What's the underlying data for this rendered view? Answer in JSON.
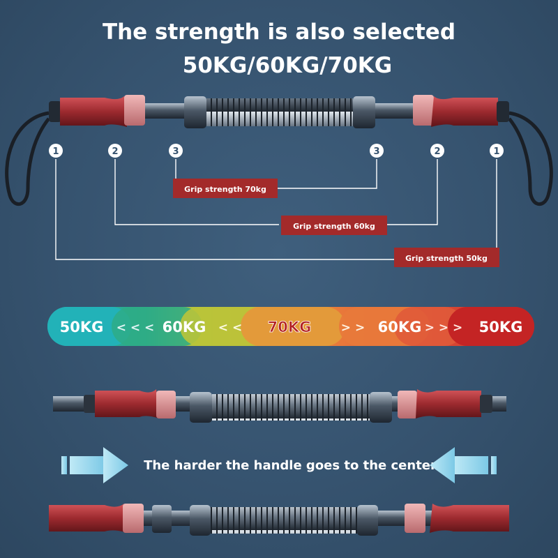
{
  "title": {
    "line1": "The strength is also selected",
    "line2": "50KG/60KG/70KG"
  },
  "markers": {
    "one": "1",
    "two": "2",
    "three": "3"
  },
  "grip_labels": {
    "level_70": "Grip strength 70kg",
    "level_60": "Grip strength 60kg",
    "level_50": "Grip strength 50kg"
  },
  "scale": {
    "segments": [
      "50KG",
      "60KG",
      "70KG",
      "60KG",
      "50KG"
    ],
    "arrows_left": "< < <",
    "arrows_left_short": "< <",
    "arrows_right_short": "> >",
    "arrows_right": "> > >"
  },
  "caption": {
    "text": "The harder the handle goes to the center"
  },
  "colors": {
    "accent_red": "#a32a2a",
    "teal": "#2ab3b3",
    "yellow": "#c9c43a",
    "orange": "#e58a3a",
    "arrow_blue": "#8fd3ea"
  }
}
